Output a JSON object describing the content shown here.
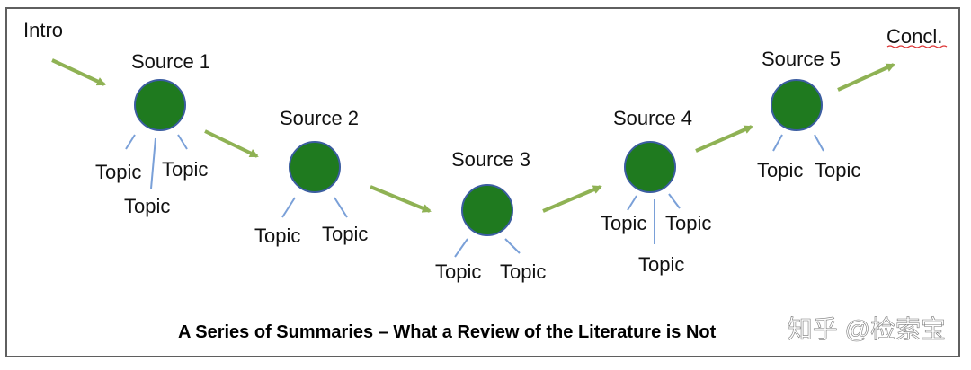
{
  "diagram": {
    "intro_label": "Intro",
    "conclusion_label": "Concl.",
    "caption": "A Series of Summaries – What a Review of the Literature is Not",
    "watermark": "知乎 @检索宝",
    "node_color": "#1f7a1f",
    "node_stroke": "#3b5da0",
    "arrow_color": "#8fb254",
    "topic_line_color": "#7aa0d8",
    "sources": [
      {
        "label": "Source 1",
        "topics": [
          "Topic",
          "Topic",
          "Topic"
        ]
      },
      {
        "label": "Source 2",
        "topics": [
          "Topic",
          "Topic"
        ]
      },
      {
        "label": "Source 3",
        "topics": [
          "Topic",
          "Topic"
        ]
      },
      {
        "label": "Source 4",
        "topics": [
          "Topic",
          "Topic",
          "Topic"
        ]
      },
      {
        "label": "Source 5",
        "topics": [
          "Topic",
          "Topic"
        ]
      }
    ]
  }
}
